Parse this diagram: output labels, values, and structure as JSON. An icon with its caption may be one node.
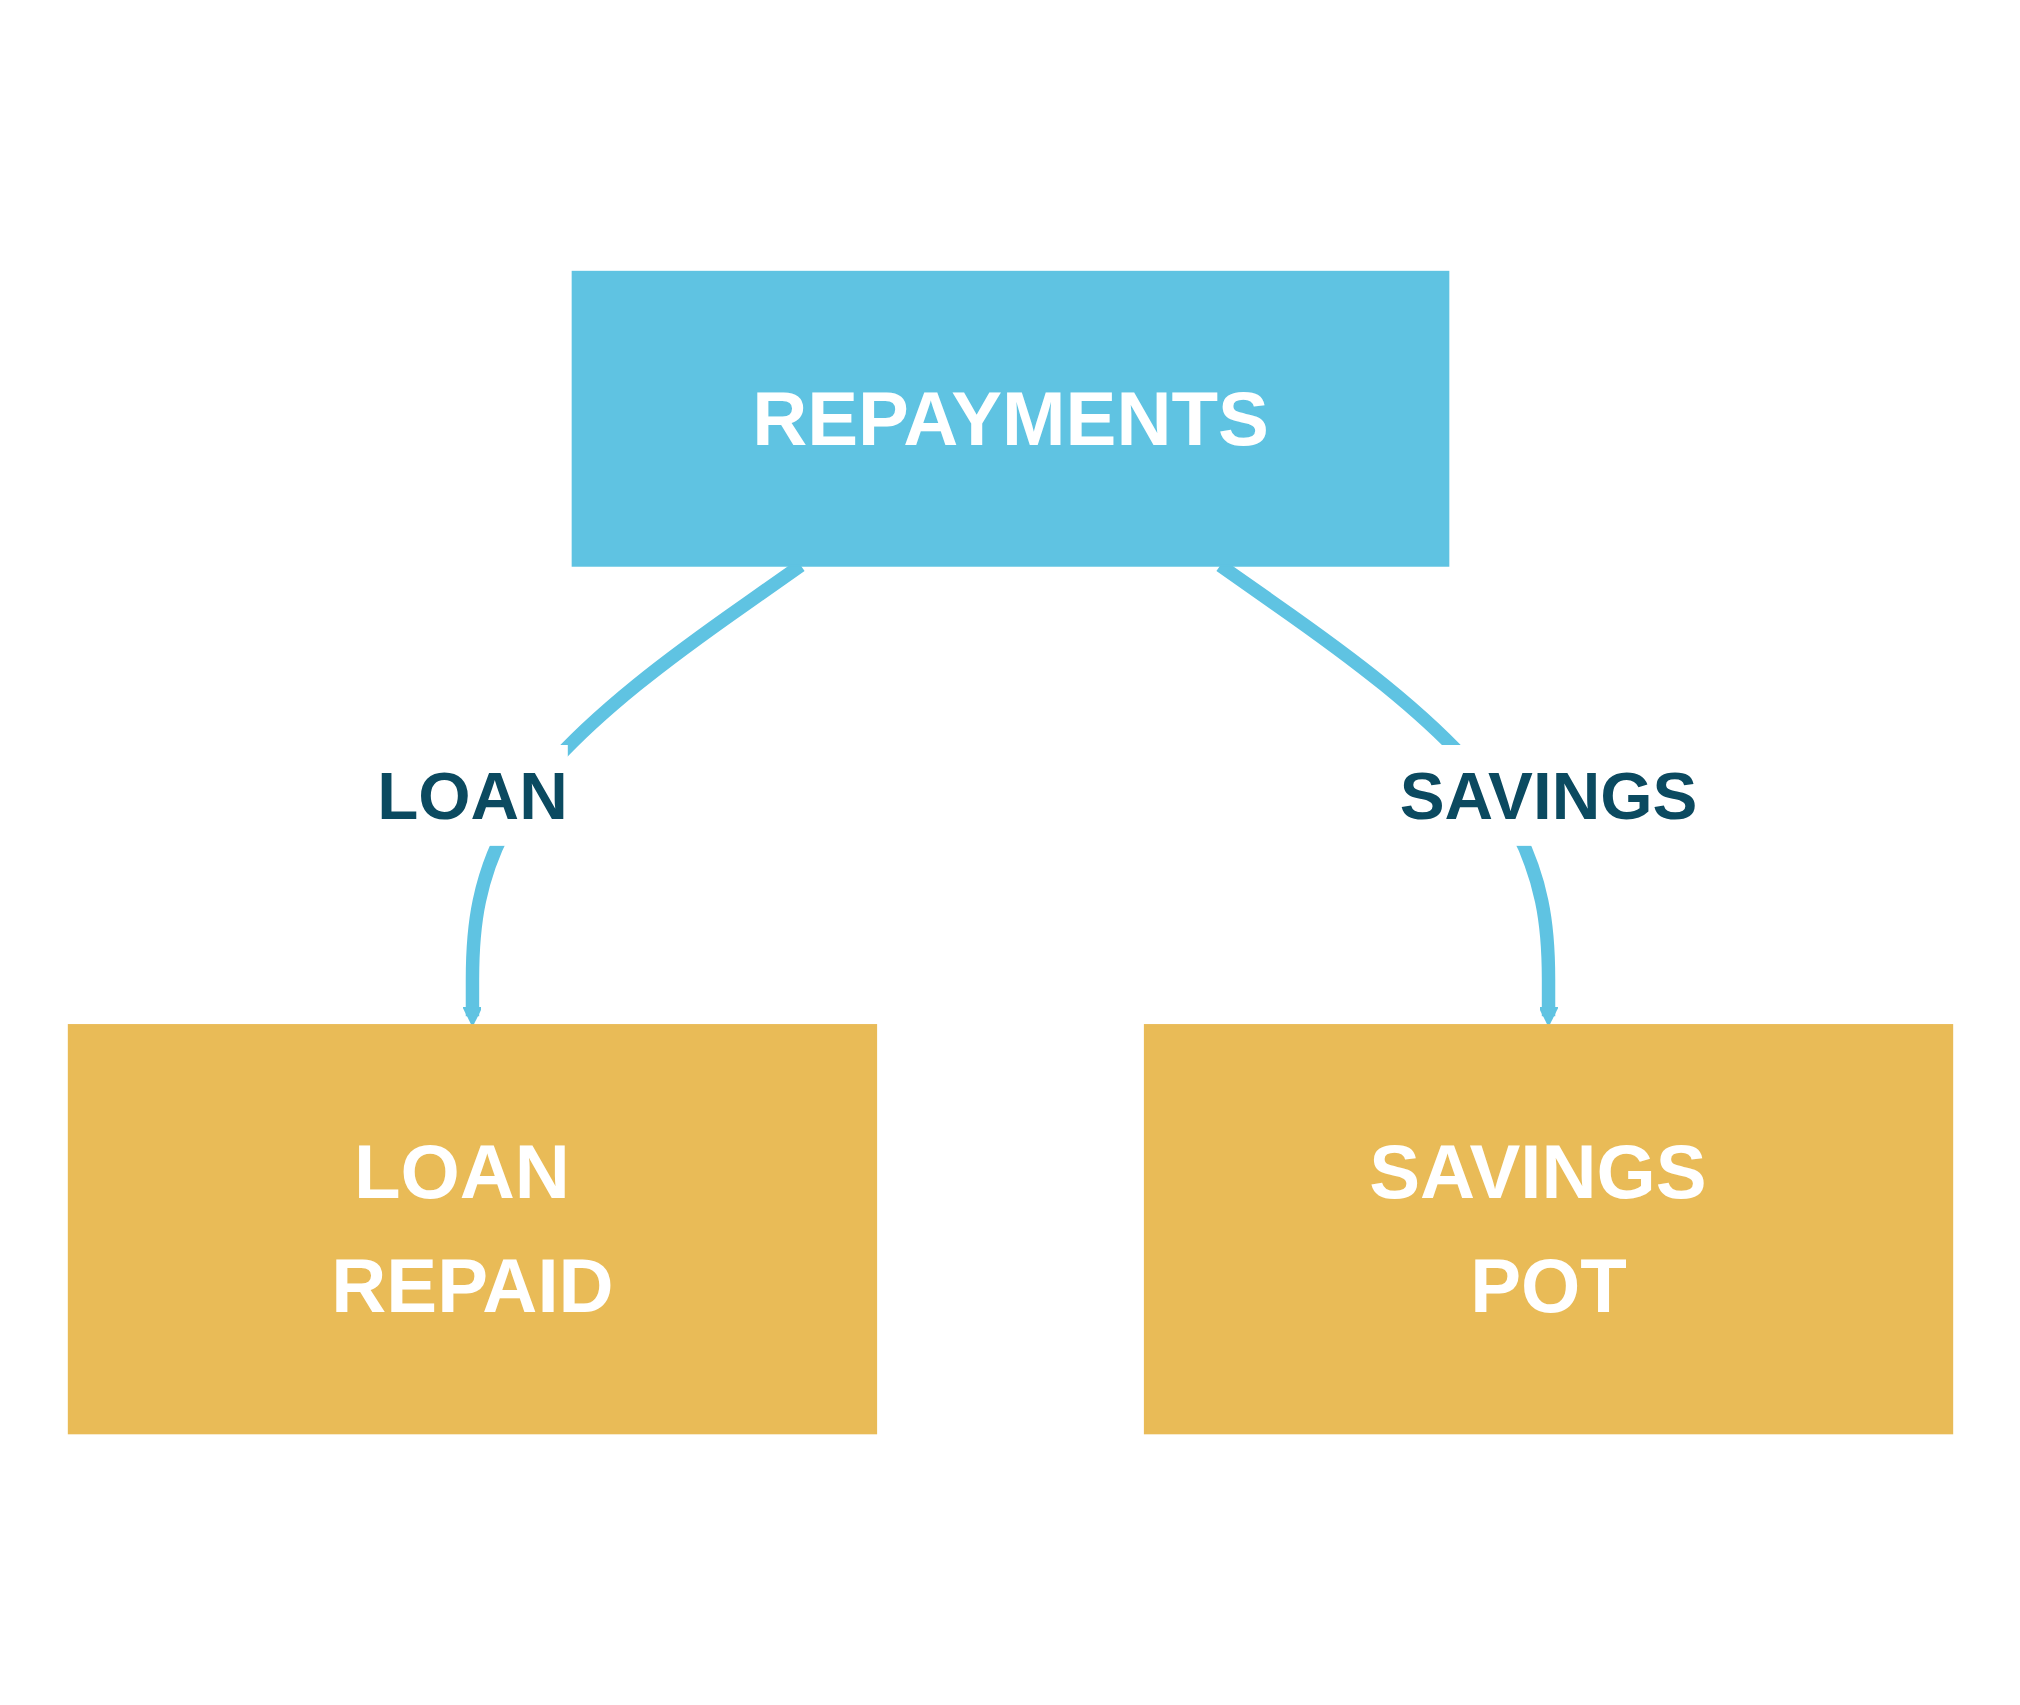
{
  "diagram": {
    "nodes": [
      {
        "text": [
          "REPAYMENTS"
        ]
      },
      {
        "text": [
          "LOAN REPAID"
        ]
      },
      {
        "text": [
          "SAVINGS POT"
        ]
      }
    ],
    "edges": [
      {
        "from": 0,
        "to": 1,
        "arrow": "to",
        "label": "LOAN"
      },
      {
        "from": 0,
        "to": 2,
        "arrow": "to",
        "label": "SAVINGS"
      }
    ]
  }
}
